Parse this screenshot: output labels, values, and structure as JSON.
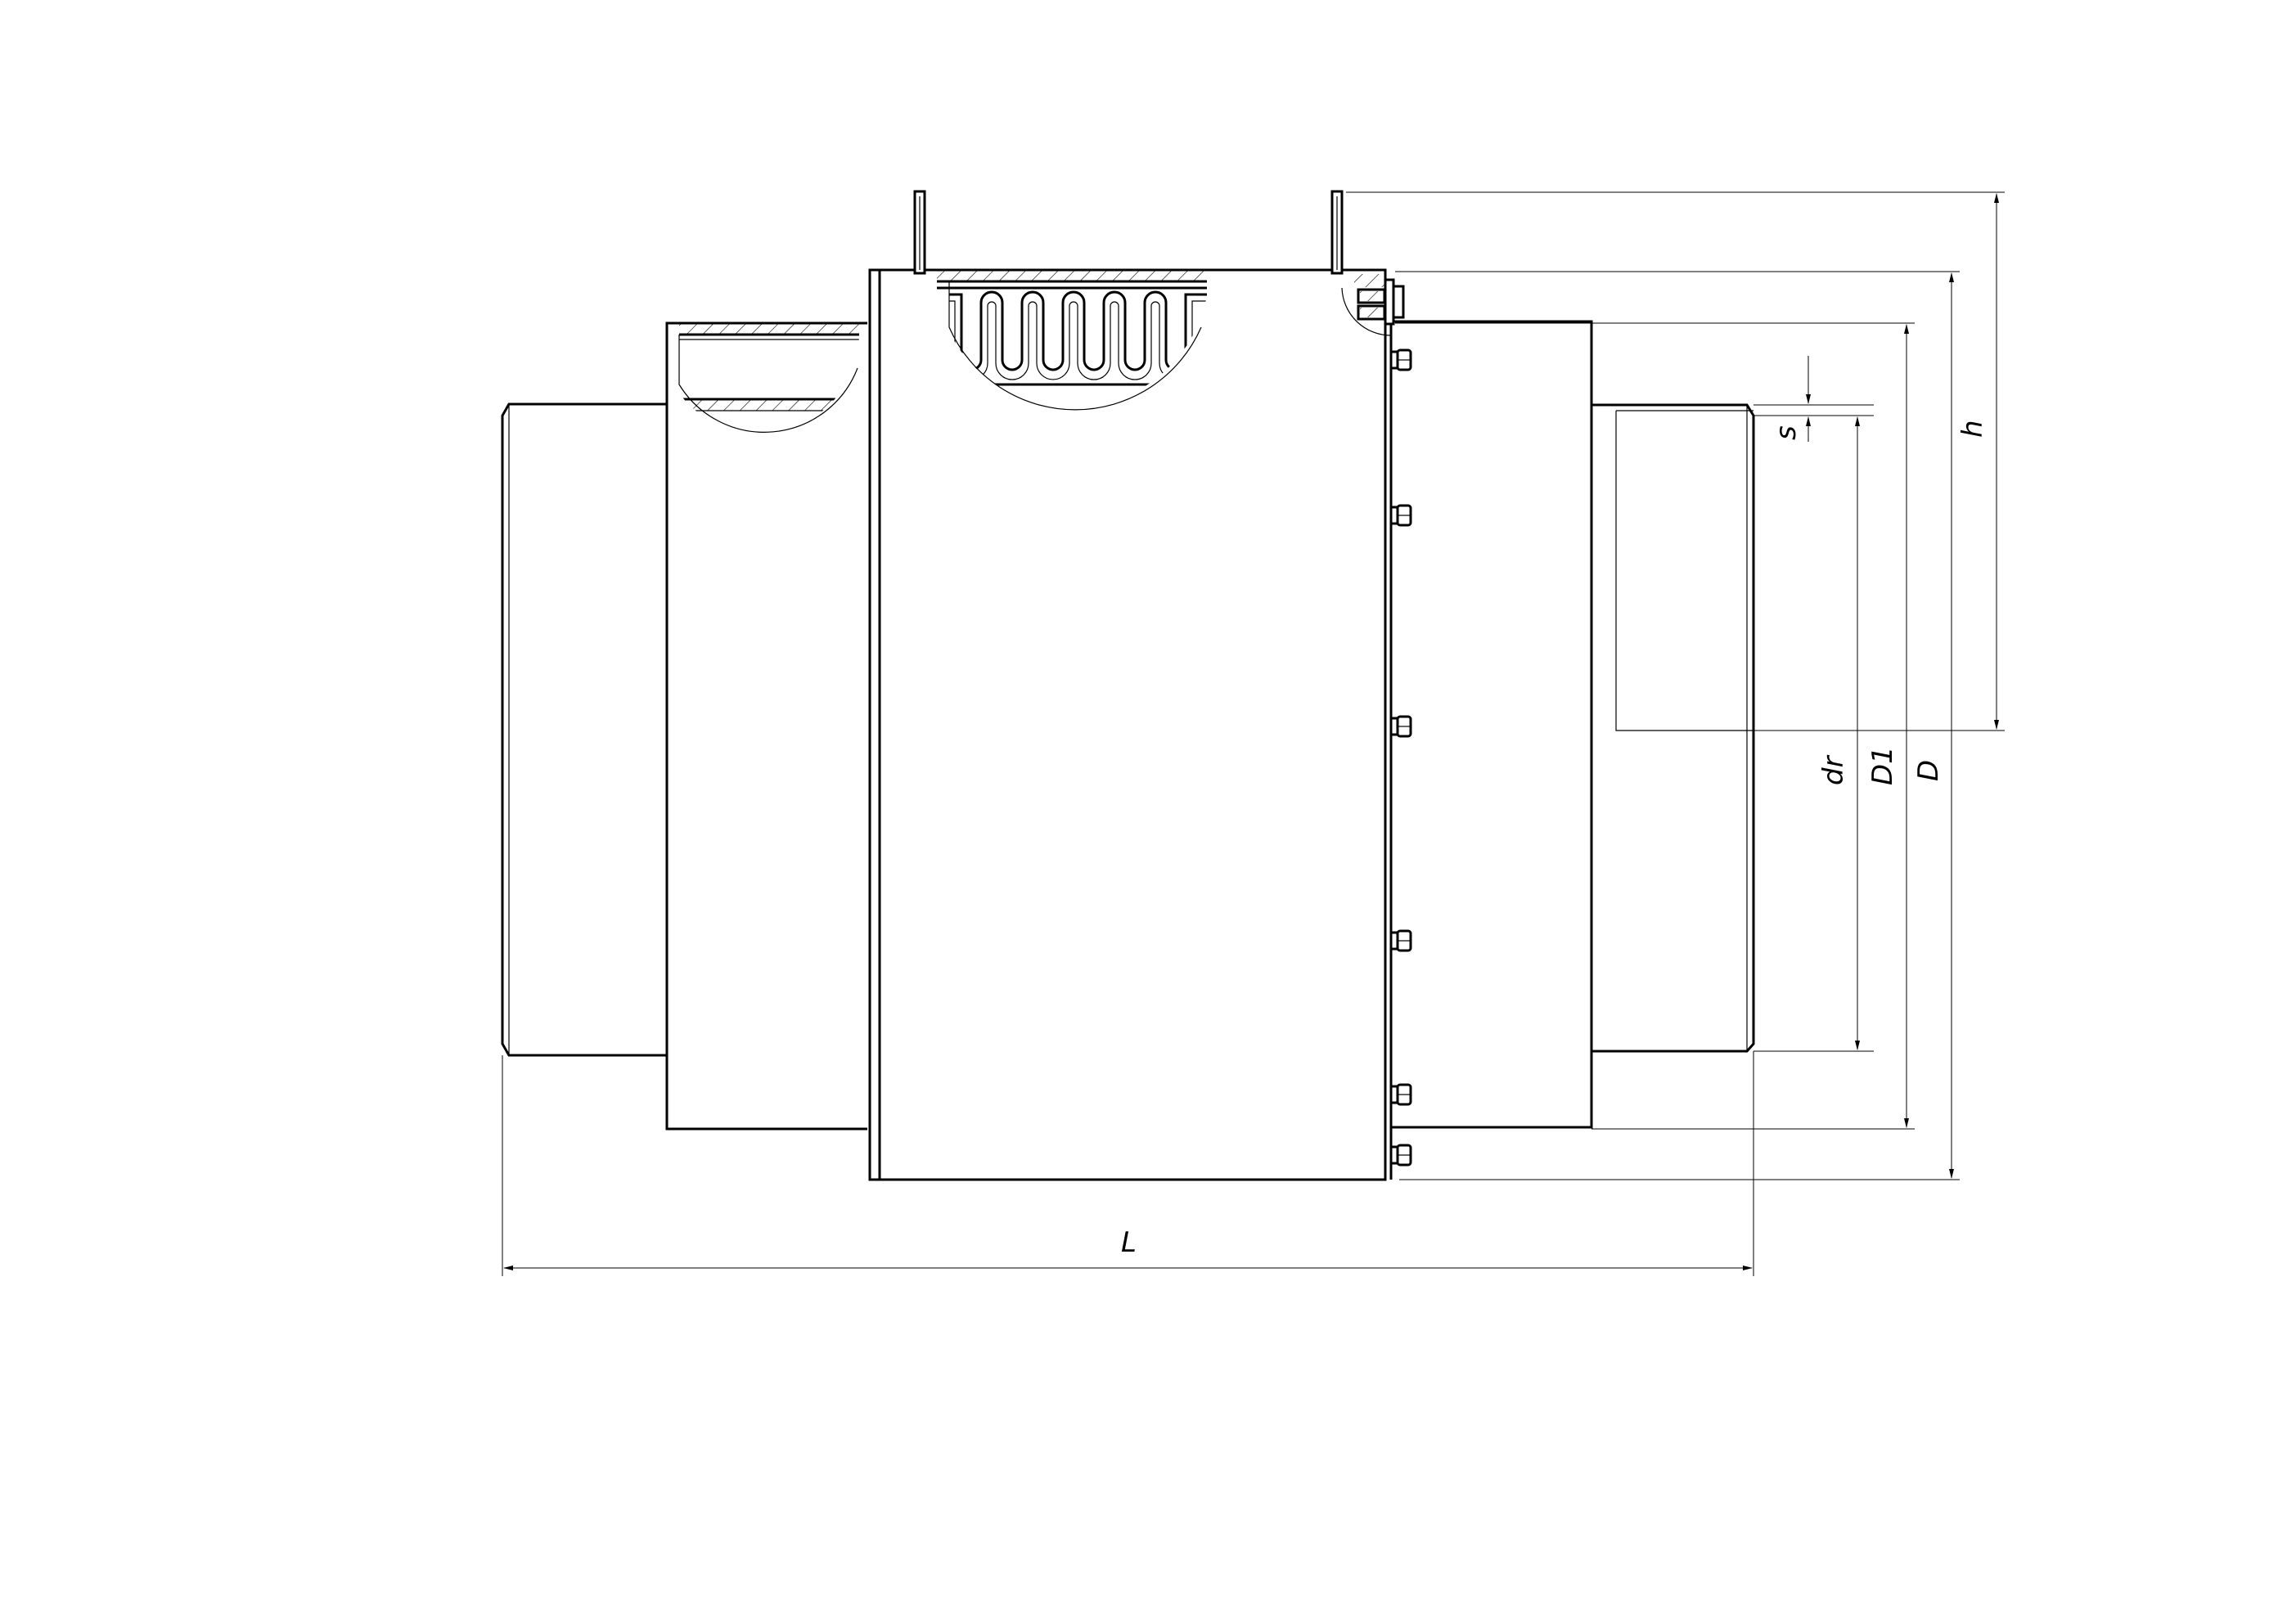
{
  "dimensions": {
    "length": "L",
    "height": "h",
    "wall": "s",
    "inner_diameter": "dr",
    "diameter_1": "D1",
    "outer_diameter": "D"
  }
}
